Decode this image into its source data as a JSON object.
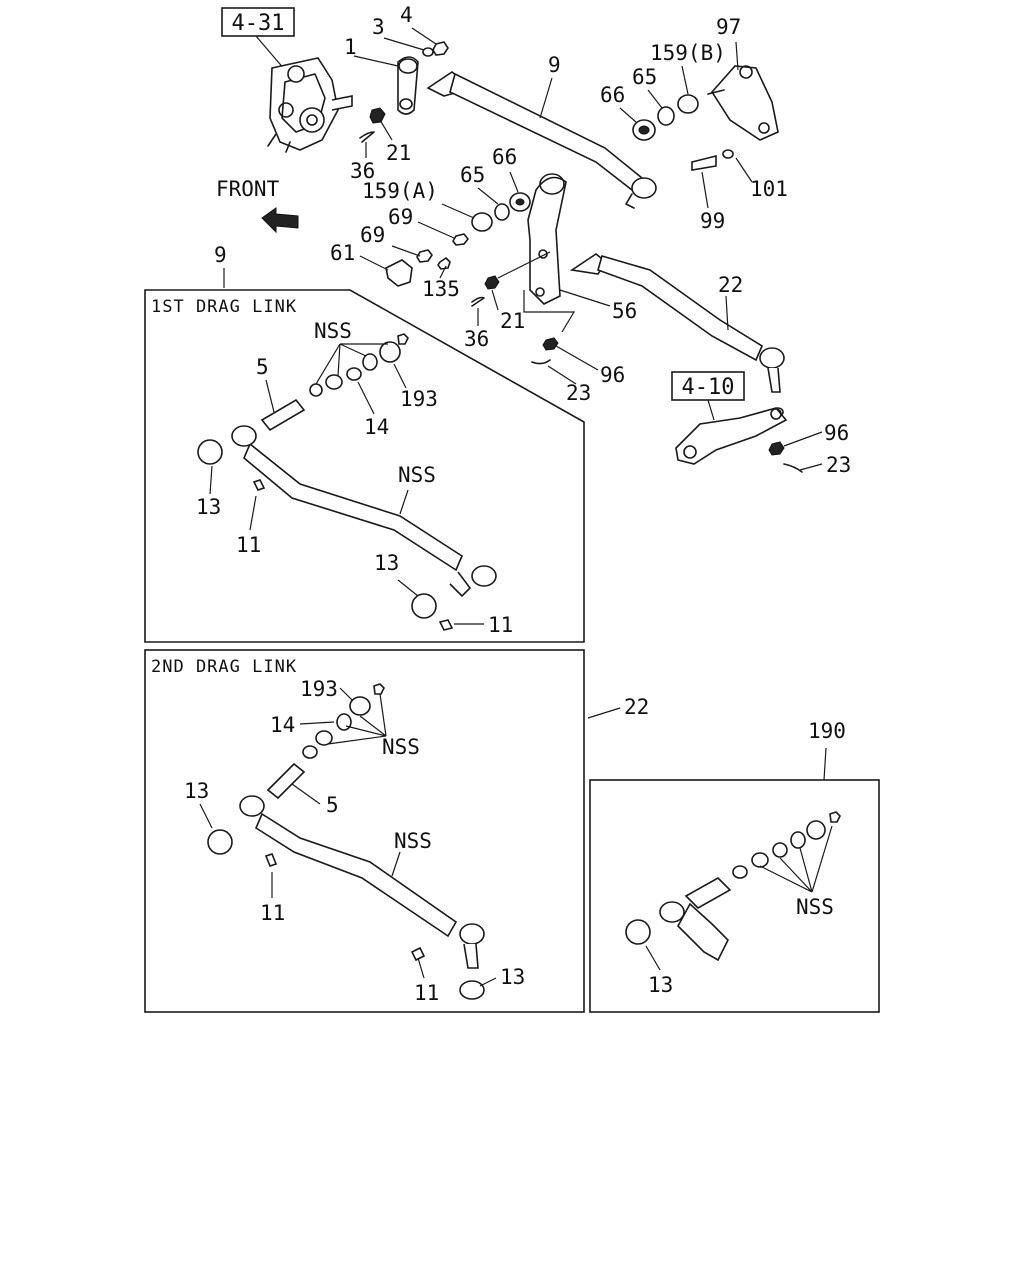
{
  "diagram": {
    "ref_boxes": [
      "4-31",
      "4-10"
    ],
    "front_label": "FRONT",
    "main_callouts": {
      "c4": "4",
      "c3": "3",
      "c1": "1",
      "c9": "9",
      "c159b": "159(B)",
      "c97": "97",
      "c65a": "65",
      "c66a": "66",
      "c36a": "36",
      "c21a": "21",
      "c66b": "66",
      "c65b": "65",
      "c159a": "159(A)",
      "c69a": "69",
      "c101": "101",
      "c69b": "69",
      "c61": "61",
      "c99": "99",
      "c135": "135",
      "c9b": "9",
      "c22": "22",
      "c21b": "21",
      "c56": "56",
      "c36b": "36",
      "c96a": "96",
      "c23a": "23",
      "c96b": "96",
      "c23b": "23"
    },
    "panel1": {
      "title": "1ST DRAG LINK",
      "callouts": {
        "nss1": "NSS",
        "c5": "5",
        "c193": "193",
        "c14": "14",
        "nss2": "NSS",
        "c13a": "13",
        "c11a": "11",
        "c13b": "13",
        "c11b": "11"
      }
    },
    "panel2": {
      "title": "2ND DRAG LINK",
      "ref": "22",
      "callouts": {
        "c193": "193",
        "c14": "14",
        "nss1": "NSS",
        "c13a": "13",
        "c5": "5",
        "nss2": "NSS",
        "c11a": "11",
        "c11b": "11",
        "c13b": "13"
      }
    },
    "panel3": {
      "ref": "190",
      "callouts": {
        "nss": "NSS",
        "c13": "13"
      }
    }
  }
}
